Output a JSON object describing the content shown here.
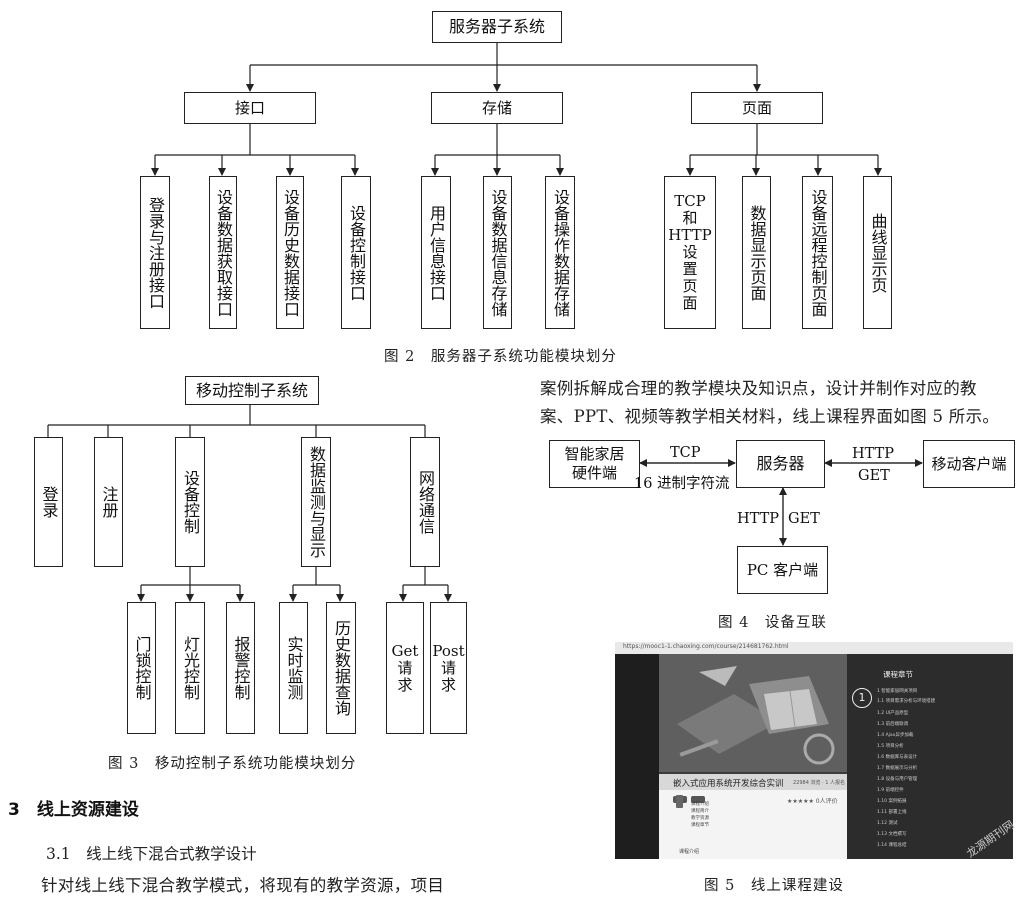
{
  "fig2": {
    "root": "服务器子系统",
    "groups": [
      "接口",
      "存储",
      "页面"
    ],
    "leaves": [
      "登录与注册接口",
      "设备数据获取接口",
      "设备历史数据接口",
      "设备控制接口",
      "用户信息接口",
      "设备数据信息存储",
      "设备操作数据存储",
      "TCP\n和\nHTTP\n设\n置\n页\n面",
      "数据显示页面",
      "设备远程控制页面",
      "曲线显示页"
    ],
    "caption": "图 2　服务器子系统功能模块划分"
  },
  "fig3": {
    "root": "移动控制子系统",
    "level1": [
      "登录",
      "注册",
      "设备控制",
      "数据监测与显示",
      "网络通信"
    ],
    "level2": [
      "门锁控制",
      "灯光控制",
      "报警控制",
      "实时监测",
      "历史数据查询",
      "Get\n请\n求",
      "Post\n请\n求"
    ],
    "caption": "图 3　移动控制子系统功能模块划分"
  },
  "fig4": {
    "nodes": [
      "智能家居\n硬件端",
      "服务器",
      "移动客户端",
      "PC 客户端"
    ],
    "edge_labels": [
      "TCP",
      "16 进制字符流",
      "HTTP",
      "GET",
      "HTTP",
      "GET"
    ],
    "caption": "图 4　设备互联"
  },
  "fig5": {
    "url": "https://mooc1-1.chaoxing.com/course/214681762.html",
    "course_title": "嵌入式应用系统开发综合实训",
    "views": "22984 浏览 · 1 人报名",
    "sidebar_title": "课程章节",
    "chapter_number": "1",
    "chapter_items": [
      "1 智能家居网关项目",
      "1.1 项目需求分析与环境搭建",
      "1.2 UI产品原型",
      "1.3 前后端联调",
      "1.4 Ajax异步加载",
      "1.5 项目分析",
      "1.6 数据库与表设计",
      "1.7 数据展示与分析",
      "1.8 设备与用户管理",
      "1.9 前端控件",
      "1.10 案例拓展",
      "1.11 部署上线",
      "1.12 测试",
      "1.13 文档撰写",
      "1.14 课程总结"
    ],
    "content_items": [
      "课程介绍",
      "课程简介",
      "教学资源",
      "课程章节"
    ],
    "footer": "课程介绍",
    "rating": "★★★★★ 0人评价",
    "caption": "图 5　线上课程建设"
  },
  "text": {
    "para_top_1": "案例拆解成合理的教学模块及知识点，设计并制作对应的教",
    "para_top_2": "案、PPT、视频等教学相关材料，线上课程界面如图 5 所示。",
    "section": "3　线上资源建设",
    "subsection": "3.1　线上线下混合式教学设计",
    "para_bottom": "针对线上线下混合教学模式，将现有的教学资源，项目",
    "watermark": "龙源期刊网"
  }
}
